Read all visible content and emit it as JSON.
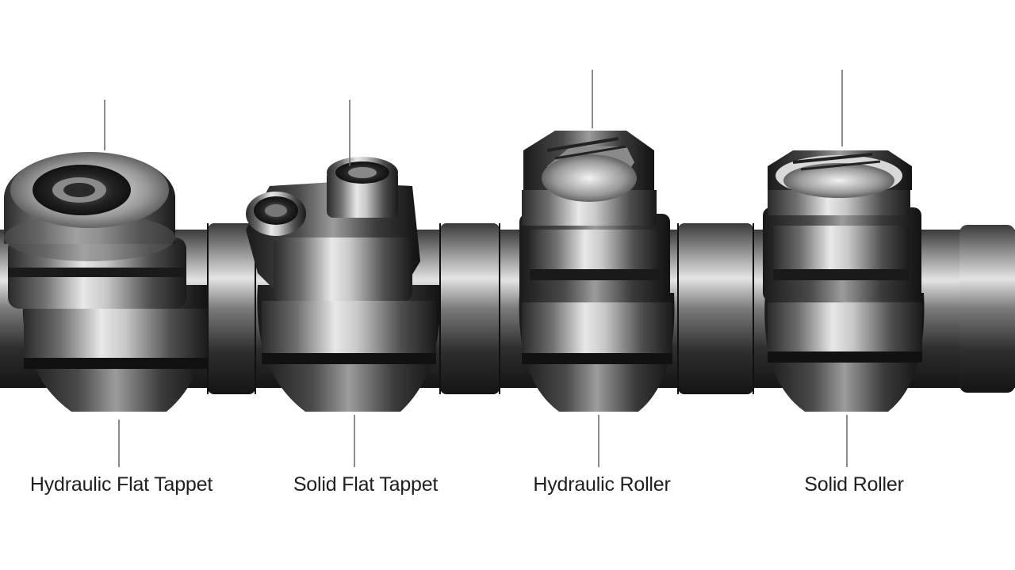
{
  "diagram": {
    "components": [
      {
        "label": "Hydraulic Flat Tappet"
      },
      {
        "label": "Solid Flat Tappet"
      },
      {
        "label": "Hydraulic Roller"
      },
      {
        "label": "Solid Roller"
      }
    ]
  }
}
